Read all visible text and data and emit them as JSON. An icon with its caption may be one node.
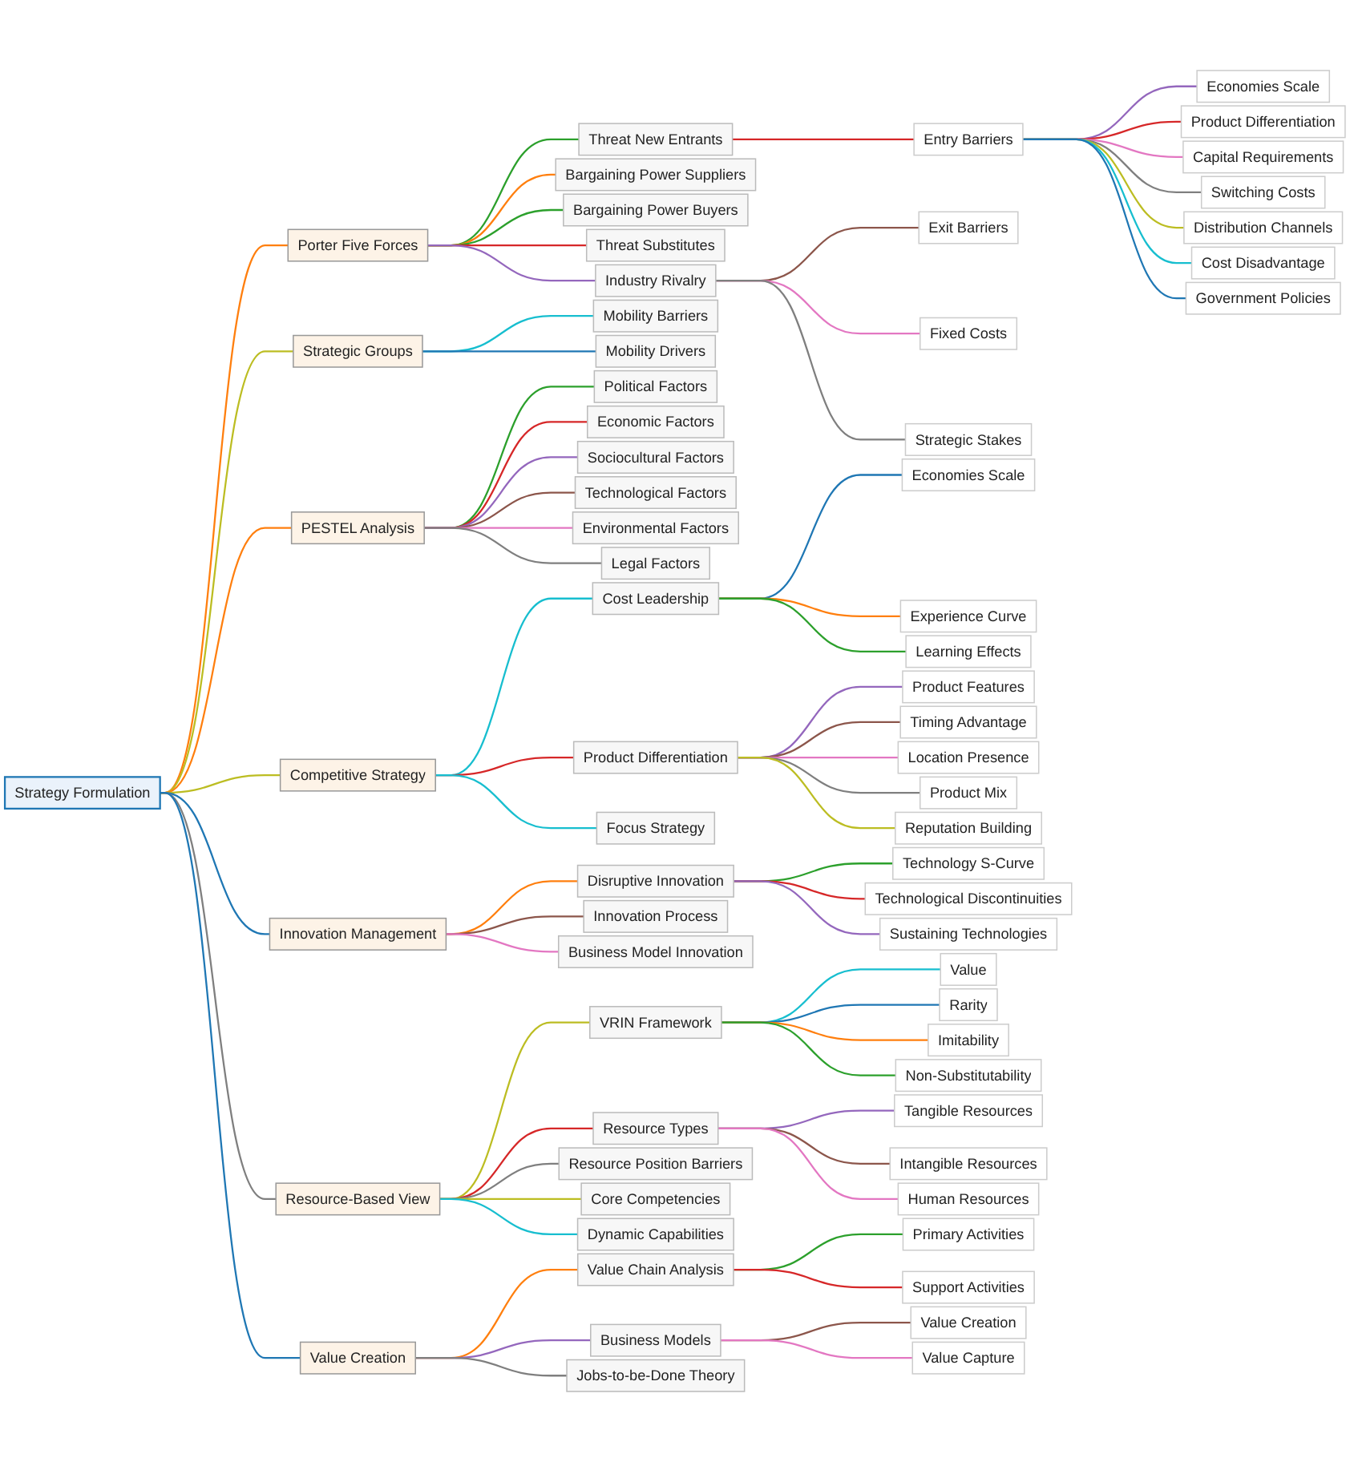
{
  "diagram": {
    "nodes": [
      {
        "text": [
          "Strategy Formulation"
        ]
      },
      {
        "text": [
          "Porter Five Forces"
        ]
      },
      {
        "text": [
          "Threat New Entrants"
        ]
      },
      {
        "text": [
          "Entry Barriers"
        ]
      },
      {
        "text": [
          "Economies Scale"
        ]
      },
      {
        "text": [
          "Product Differentiation"
        ]
      },
      {
        "text": [
          "Capital Requirements"
        ]
      },
      {
        "text": [
          "Switching Costs"
        ]
      },
      {
        "text": [
          "Distribution Channels"
        ]
      },
      {
        "text": [
          "Cost Disadvantage"
        ]
      },
      {
        "text": [
          "Government Policies"
        ]
      },
      {
        "text": [
          "Bargaining Power Suppliers"
        ]
      },
      {
        "text": [
          "Bargaining Power Buyers"
        ]
      },
      {
        "text": [
          "Threat Substitutes"
        ]
      },
      {
        "text": [
          "Industry Rivalry"
        ]
      },
      {
        "text": [
          "Exit Barriers"
        ]
      },
      {
        "text": [
          "Fixed Costs"
        ]
      },
      {
        "text": [
          "Strategic Stakes"
        ]
      },
      {
        "text": [
          "Strategic Groups"
        ]
      },
      {
        "text": [
          "Mobility Barriers"
        ]
      },
      {
        "text": [
          "Mobility Drivers"
        ]
      },
      {
        "text": [
          "PESTEL Analysis"
        ]
      },
      {
        "text": [
          "Political Factors"
        ]
      },
      {
        "text": [
          "Economic Factors"
        ]
      },
      {
        "text": [
          "Sociocultural Factors"
        ]
      },
      {
        "text": [
          "Technological Factors"
        ]
      },
      {
        "text": [
          "Environmental Factors"
        ]
      },
      {
        "text": [
          "Legal Factors"
        ]
      },
      {
        "text": [
          "Competitive Strategy"
        ]
      },
      {
        "text": [
          "Cost Leadership"
        ]
      },
      {
        "text": [
          "Economies Scale"
        ]
      },
      {
        "text": [
          "Experience Curve"
        ]
      },
      {
        "text": [
          "Learning Effects"
        ]
      },
      {
        "text": [
          "Product Differentiation"
        ]
      },
      {
        "text": [
          "Product Features"
        ]
      },
      {
        "text": [
          "Timing Advantage"
        ]
      },
      {
        "text": [
          "Location Presence"
        ]
      },
      {
        "text": [
          "Product Mix"
        ]
      },
      {
        "text": [
          "Reputation Building"
        ]
      },
      {
        "text": [
          "Focus Strategy"
        ]
      },
      {
        "text": [
          "Innovation Management"
        ]
      },
      {
        "text": [
          "Disruptive Innovation"
        ]
      },
      {
        "text": [
          "Technology S-Curve"
        ]
      },
      {
        "text": [
          "Technological Discontinuities"
        ]
      },
      {
        "text": [
          "Sustaining Technologies"
        ]
      },
      {
        "text": [
          "Innovation Process"
        ]
      },
      {
        "text": [
          "Business Model Innovation"
        ]
      },
      {
        "text": [
          "Resource-Based View"
        ]
      },
      {
        "text": [
          "VRIN Framework"
        ]
      },
      {
        "text": [
          "Value"
        ]
      },
      {
        "text": [
          "Rarity"
        ]
      },
      {
        "text": [
          "Imitability"
        ]
      },
      {
        "text": [
          "Non-Substitutability"
        ]
      },
      {
        "text": [
          "Resource Types"
        ]
      },
      {
        "text": [
          "Tangible Resources"
        ]
      },
      {
        "text": [
          "Intangible Resources"
        ]
      },
      {
        "text": [
          "Human Resources"
        ]
      },
      {
        "text": [
          "Resource Position Barriers"
        ]
      },
      {
        "text": [
          "Core Competencies"
        ]
      },
      {
        "text": [
          "Dynamic Capabilities"
        ]
      },
      {
        "text": [
          "Value Creation"
        ]
      },
      {
        "text": [
          "Value Chain Analysis"
        ]
      },
      {
        "text": [
          "Primary Activities"
        ]
      },
      {
        "text": [
          "Support Activities"
        ]
      },
      {
        "text": [
          "Business Models"
        ]
      },
      {
        "text": [
          "Value Creation"
        ]
      },
      {
        "text": [
          "Value Capture"
        ]
      },
      {
        "text": [
          "Jobs-to-be-Done Theory"
        ]
      }
    ],
    "edges": [
      {
        "from": 0,
        "to": 1,
        "arrow": "none",
        "color": "#ff7f0e"
      },
      {
        "from": 1,
        "to": 2,
        "arrow": "none",
        "color": "#2ca02c"
      },
      {
        "from": 2,
        "to": 3,
        "arrow": "none",
        "color": "#d62728"
      },
      {
        "from": 3,
        "to": 4,
        "arrow": "none",
        "color": "#9467bd"
      },
      {
        "from": 3,
        "to": 5,
        "arrow": "none",
        "color": "#d62728"
      },
      {
        "from": 3,
        "to": 6,
        "arrow": "none",
        "color": "#e377c2"
      },
      {
        "from": 3,
        "to": 7,
        "arrow": "none",
        "color": "#7f7f7f"
      },
      {
        "from": 3,
        "to": 8,
        "arrow": "none",
        "color": "#bcbd22"
      },
      {
        "from": 3,
        "to": 9,
        "arrow": "none",
        "color": "#17becf"
      },
      {
        "from": 3,
        "to": 10,
        "arrow": "none",
        "color": "#1f77b4"
      },
      {
        "from": 1,
        "to": 11,
        "arrow": "none",
        "color": "#ff7f0e"
      },
      {
        "from": 1,
        "to": 12,
        "arrow": "none",
        "color": "#2ca02c"
      },
      {
        "from": 1,
        "to": 13,
        "arrow": "none",
        "color": "#d62728"
      },
      {
        "from": 1,
        "to": 14,
        "arrow": "none",
        "color": "#9467bd"
      },
      {
        "from": 14,
        "to": 15,
        "arrow": "none",
        "color": "#8c564b"
      },
      {
        "from": 14,
        "to": 16,
        "arrow": "none",
        "color": "#e377c2"
      },
      {
        "from": 14,
        "to": 17,
        "arrow": "none",
        "color": "#7f7f7f"
      },
      {
        "from": 0,
        "to": 18,
        "arrow": "none",
        "color": "#bcbd22"
      },
      {
        "from": 18,
        "to": 19,
        "arrow": "none",
        "color": "#17becf"
      },
      {
        "from": 18,
        "to": 20,
        "arrow": "none",
        "color": "#1f77b4"
      },
      {
        "from": 0,
        "to": 21,
        "arrow": "none",
        "color": "#ff7f0e"
      },
      {
        "from": 21,
        "to": 22,
        "arrow": "none",
        "color": "#2ca02c"
      },
      {
        "from": 21,
        "to": 23,
        "arrow": "none",
        "color": "#d62728"
      },
      {
        "from": 21,
        "to": 24,
        "arrow": "none",
        "color": "#9467bd"
      },
      {
        "from": 21,
        "to": 25,
        "arrow": "none",
        "color": "#8c564b"
      },
      {
        "from": 21,
        "to": 26,
        "arrow": "none",
        "color": "#e377c2"
      },
      {
        "from": 21,
        "to": 27,
        "arrow": "none",
        "color": "#7f7f7f"
      },
      {
        "from": 0,
        "to": 28,
        "arrow": "none",
        "color": "#bcbd22"
      },
      {
        "from": 28,
        "to": 29,
        "arrow": "none",
        "color": "#17becf"
      },
      {
        "from": 29,
        "to": 30,
        "arrow": "none",
        "color": "#1f77b4"
      },
      {
        "from": 29,
        "to": 31,
        "arrow": "none",
        "color": "#ff7f0e"
      },
      {
        "from": 29,
        "to": 32,
        "arrow": "none",
        "color": "#2ca02c"
      },
      {
        "from": 28,
        "to": 33,
        "arrow": "none",
        "color": "#d62728"
      },
      {
        "from": 33,
        "to": 34,
        "arrow": "none",
        "color": "#9467bd"
      },
      {
        "from": 33,
        "to": 35,
        "arrow": "none",
        "color": "#8c564b"
      },
      {
        "from": 33,
        "to": 36,
        "arrow": "none",
        "color": "#e377c2"
      },
      {
        "from": 33,
        "to": 37,
        "arrow": "none",
        "color": "#7f7f7f"
      },
      {
        "from": 33,
        "to": 38,
        "arrow": "none",
        "color": "#bcbd22"
      },
      {
        "from": 28,
        "to": 39,
        "arrow": "none",
        "color": "#17becf"
      },
      {
        "from": 0,
        "to": 40,
        "arrow": "none",
        "color": "#1f77b4"
      },
      {
        "from": 40,
        "to": 41,
        "arrow": "none",
        "color": "#ff7f0e"
      },
      {
        "from": 41,
        "to": 42,
        "arrow": "none",
        "color": "#2ca02c"
      },
      {
        "from": 41,
        "to": 43,
        "arrow": "none",
        "color": "#d62728"
      },
      {
        "from": 41,
        "to": 44,
        "arrow": "none",
        "color": "#9467bd"
      },
      {
        "from": 40,
        "to": 45,
        "arrow": "none",
        "color": "#8c564b"
      },
      {
        "from": 40,
        "to": 46,
        "arrow": "none",
        "color": "#e377c2"
      },
      {
        "from": 0,
        "to": 47,
        "arrow": "none",
        "color": "#7f7f7f"
      },
      {
        "from": 47,
        "to": 48,
        "arrow": "none",
        "color": "#bcbd22"
      },
      {
        "from": 48,
        "to": 49,
        "arrow": "none",
        "color": "#17becf"
      },
      {
        "from": 48,
        "to": 50,
        "arrow": "none",
        "color": "#1f77b4"
      },
      {
        "from": 48,
        "to": 51,
        "arrow": "none",
        "color": "#ff7f0e"
      },
      {
        "from": 48,
        "to": 52,
        "arrow": "none",
        "color": "#2ca02c"
      },
      {
        "from": 47,
        "to": 53,
        "arrow": "none",
        "color": "#d62728"
      },
      {
        "from": 53,
        "to": 54,
        "arrow": "none",
        "color": "#9467bd"
      },
      {
        "from": 53,
        "to": 55,
        "arrow": "none",
        "color": "#8c564b"
      },
      {
        "from": 53,
        "to": 56,
        "arrow": "none",
        "color": "#e377c2"
      },
      {
        "from": 47,
        "to": 57,
        "arrow": "none",
        "color": "#7f7f7f"
      },
      {
        "from": 47,
        "to": 58,
        "arrow": "none",
        "color": "#bcbd22"
      },
      {
        "from": 47,
        "to": 59,
        "arrow": "none",
        "color": "#17becf"
      },
      {
        "from": 0,
        "to": 60,
        "arrow": "none",
        "color": "#1f77b4"
      },
      {
        "from": 60,
        "to": 61,
        "arrow": "none",
        "color": "#ff7f0e"
      },
      {
        "from": 61,
        "to": 62,
        "arrow": "none",
        "color": "#2ca02c"
      },
      {
        "from": 61,
        "to": 63,
        "arrow": "none",
        "color": "#d62728"
      },
      {
        "from": 60,
        "to": 64,
        "arrow": "none",
        "color": "#9467bd"
      },
      {
        "from": 64,
        "to": 65,
        "arrow": "none",
        "color": "#8c564b"
      },
      {
        "from": 64,
        "to": 66,
        "arrow": "none",
        "color": "#e377c2"
      },
      {
        "from": 60,
        "to": 67,
        "arrow": "none",
        "color": "#7f7f7f"
      }
    ]
  }
}
